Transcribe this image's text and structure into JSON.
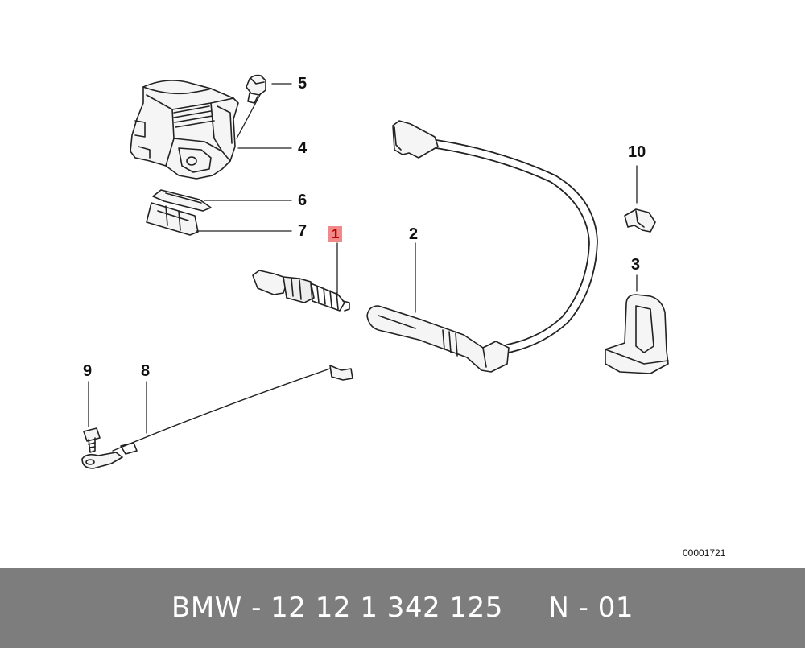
{
  "callouts": {
    "c1": "1",
    "c2": "2",
    "c3": "3",
    "c4": "4",
    "c5": "5",
    "c6": "6",
    "c7": "7",
    "c8": "8",
    "c9": "9",
    "c10": "10"
  },
  "figure_code": "00001721",
  "footer": {
    "part_label": "BMW - 12 12 1 342 125     N - 01"
  },
  "colors": {
    "highlight_bg": "#f08a8a",
    "highlight_text": "#c00000",
    "footer_bg": "#7d7d7d",
    "line": "#222222"
  }
}
